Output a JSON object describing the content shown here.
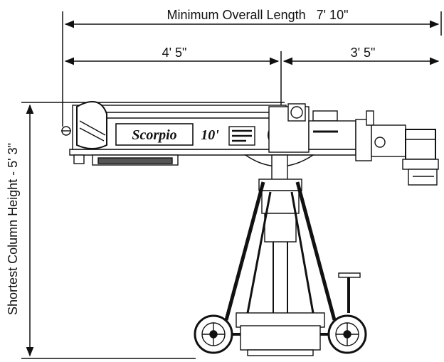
{
  "dimensions": {
    "overall_length": "Minimum Overall Length   7' 10\"",
    "front_section": "4' 5\"",
    "rear_section": "3' 5\"",
    "column_height": "Shortest Column Height - 5' 3\""
  },
  "product": {
    "name": "Scorpio",
    "model": "10'"
  },
  "colors": {
    "ink": "#111111",
    "paper": "#ffffff",
    "shade": "#cfcfcf"
  }
}
